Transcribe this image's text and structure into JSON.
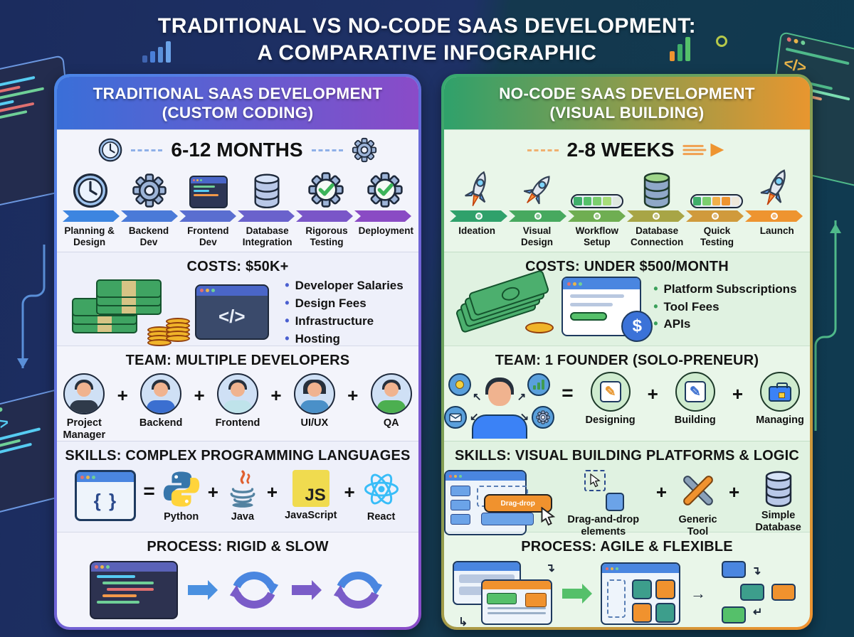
{
  "title": {
    "line1": "TRADITIONAL VS NO-CODE SAAS DEVELOPMENT:",
    "line2": "A COMPARATIVE INFOGRAPHIC"
  },
  "colors": {
    "left_accent_start": "#3a6fd8",
    "left_accent_end": "#8a4bc8",
    "right_accent_start": "#2fa16b",
    "right_accent_end": "#ee9430",
    "background_left": "#1b2c5e",
    "background_right": "#14384e"
  },
  "left": {
    "header_line1": "TRADITIONAL SAAS DEVELOPMENT",
    "header_line2": "(CUSTOM CODING)",
    "duration": "6-12 MONTHS",
    "steps": [
      "Planning & Design",
      "Backend Dev",
      "Frontend Dev",
      "Database Integration",
      "Rigorous Testing",
      "Deployment"
    ],
    "costs_title": "COSTS: $50K+",
    "costs_items": [
      "Developer Salaries",
      "Design Fees",
      "Infrastructure",
      "Hosting"
    ],
    "team_title": "TEAM: MULTIPLE DEVELOPERS",
    "team_members": [
      "Project Manager",
      "Backend",
      "Frontend",
      "UI/UX",
      "QA"
    ],
    "skills_title": "SKILLS: COMPLEX PROGRAMMING LANGUAGES",
    "skills_items": [
      "Python",
      "Java",
      "JavaScript",
      "React"
    ],
    "process_title": "PROCESS: RIGID & SLOW",
    "code_symbol": "</>",
    "braces_symbol": "{ }",
    "js_badge": "JS"
  },
  "right": {
    "header_line1": "NO-CODE SAAS DEVELOPMENT",
    "header_line2": "(VISUAL BUILDING)",
    "duration": "2-8 WEEKS",
    "steps": [
      "Ideation",
      "Visual Design",
      "Workflow Setup",
      "Database Connection",
      "Quick Testing",
      "Launch"
    ],
    "costs_title": "COSTS: UNDER $500/MONTH",
    "costs_items": [
      "Platform Subscriptions",
      "Tool Fees",
      "APIs"
    ],
    "team_title": "TEAM: 1 FOUNDER (SOLO-PRENEUR)",
    "team_roles": [
      "Designing",
      "Building",
      "Managing"
    ],
    "skills_title": "SKILLS: VISUAL BUILDING PLATFORMS & LOGIC",
    "skills_items": [
      "Drag-and-drop elements",
      "Generic Tool",
      "Simple Database"
    ],
    "process_title": "PROCESS: AGILE & FLEXIBLE",
    "drag_button": "Drag-drop",
    "dollar": "$"
  },
  "symbols": {
    "plus": "+",
    "equals": "=",
    "deco_code": "</>"
  }
}
